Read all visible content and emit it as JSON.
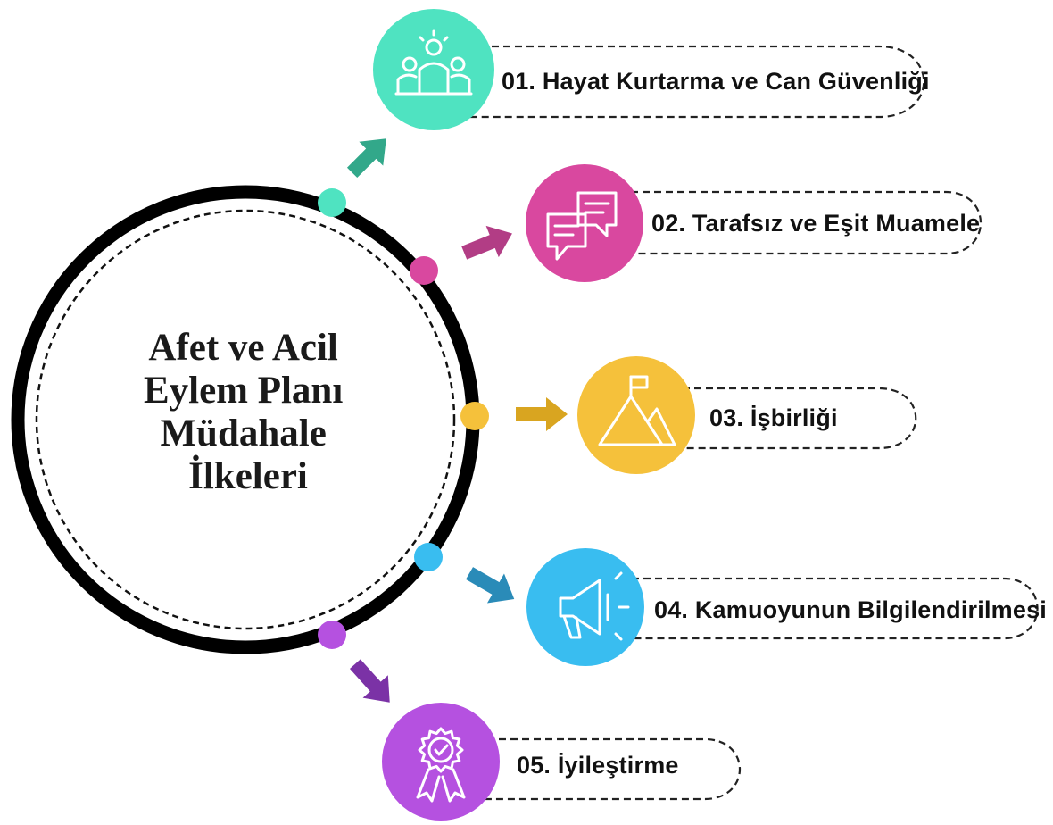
{
  "center": {
    "lines": [
      "Afet ve Acil",
      "Eylem Planı",
      "Müdahale",
      "İlkeleri"
    ]
  },
  "items": [
    {
      "number": "01.",
      "label": "Hayat Kurtarma ve Can Güvenliği",
      "text": "01. Hayat Kurtarma ve Can Güvenliği",
      "color": "#4fe3c1",
      "arrow_color": "#32a88a",
      "icon": "team-icon"
    },
    {
      "number": "02.",
      "label": "Tarafsız ve Eşit Muamele",
      "text": "02. Tarafsız ve Eşit Muamele",
      "color": "#d9489f",
      "arrow_color": "#b23d85",
      "icon": "chat-bubbles-icon"
    },
    {
      "number": "03.",
      "label": "İşbirliği",
      "text": "03. İşbirliği",
      "color": "#f5c13b",
      "arrow_color": "#d9a520",
      "icon": "mountain-flag-icon"
    },
    {
      "number": "04.",
      "label": "Kamuoyunun Bilgilendirilmesi",
      "text": "04. Kamuoyunun Bilgilendirilmesi",
      "color": "#39bdf0",
      "arrow_color": "#2a8bb8",
      "icon": "megaphone-icon"
    },
    {
      "number": "05.",
      "label": "İyileştirme",
      "text": "05. İyileştirme",
      "color": "#b551e0",
      "arrow_color": "#7b32a6",
      "icon": "award-badge-icon"
    }
  ]
}
